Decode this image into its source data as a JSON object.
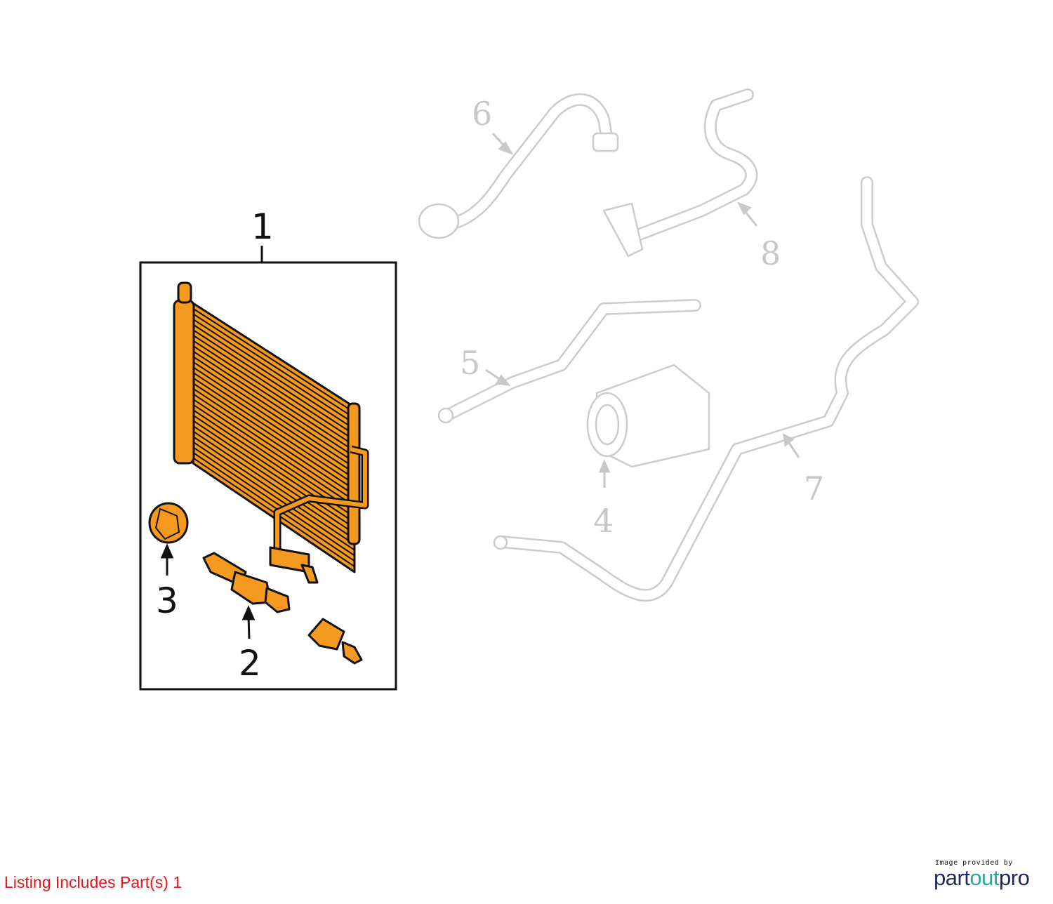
{
  "diagram": {
    "callouts": [
      "1",
      "2",
      "3",
      "4",
      "5",
      "6",
      "7",
      "8"
    ],
    "highlight_color": "#f59a1e",
    "ghost_color": "#cccccc"
  },
  "caption": {
    "text": "Listing Includes Part(s) 1",
    "color": "#e8151b"
  },
  "logo": {
    "provided_by": "Image provided by",
    "brand_part1": "part",
    "brand_part2": "out",
    "brand_part3": "pro"
  }
}
